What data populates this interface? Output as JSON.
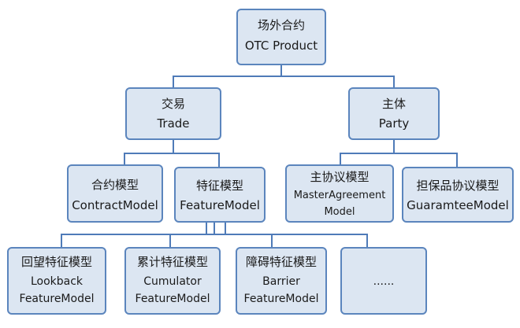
{
  "nodes": {
    "otc_product": {
      "zh": "场外合约",
      "en": "OTC Product"
    },
    "trade": {
      "zh": "交易",
      "en": "Trade"
    },
    "party": {
      "zh": "主体",
      "en": "Party"
    },
    "contract_model": {
      "zh": "合约模型",
      "en": "ContractModel"
    },
    "feature_model": {
      "zh": "特征模型",
      "en": "FeatureModel"
    },
    "master_agreement_model": {
      "zh": "主协议模型",
      "en1": "MasterAgreement",
      "en2": "Model"
    },
    "guarantee_model": {
      "zh": "担保品协议模型",
      "en": "GuaramteeModel"
    },
    "lookback_model": {
      "zh": "回望特征模型",
      "en1": "Lookback",
      "en2": "FeatureModel"
    },
    "cumulator_model": {
      "zh": "累计特征模型",
      "en1": "Cumulator",
      "en2": "FeatureModel"
    },
    "barrier_model": {
      "zh": "障碍特征模型",
      "en1": "Barrier",
      "en2": "FeatureModel"
    },
    "more": {
      "text": "......"
    }
  },
  "edges": [
    [
      "otc_product",
      "trade"
    ],
    [
      "otc_product",
      "party"
    ],
    [
      "trade",
      "contract_model"
    ],
    [
      "trade",
      "feature_model"
    ],
    [
      "party",
      "master_agreement_model"
    ],
    [
      "party",
      "guarantee_model"
    ],
    [
      "feature_model",
      "lookback_model"
    ],
    [
      "feature_model",
      "cumulator_model"
    ],
    [
      "feature_model",
      "barrier_model"
    ],
    [
      "feature_model",
      "more"
    ]
  ]
}
